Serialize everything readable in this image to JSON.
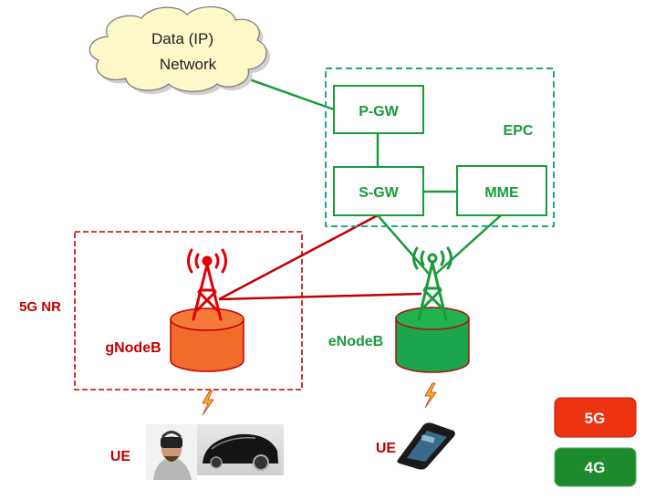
{
  "colors": {
    "green": "#1a9a3a",
    "red": "#c00000",
    "orange": "#f26b2a",
    "epc_border": "#1fa58a",
    "cloud_fill": "#fdf8c8",
    "legend_5g": "#ee3311",
    "legend_4g": "#1e8a2e"
  },
  "cloud": {
    "line1": "Data (IP)",
    "line2": "Network"
  },
  "epc": {
    "label": "EPC",
    "pgw": "P-GW",
    "sgw": "S-GW",
    "mme": "MME"
  },
  "nr": {
    "label": "5G NR",
    "gnodeb": "gNodeB",
    "ue": "UE"
  },
  "lte": {
    "enodeb": "eNodeB",
    "ue": "UE"
  },
  "legend": [
    {
      "label": "5G"
    },
    {
      "label": "4G"
    }
  ]
}
